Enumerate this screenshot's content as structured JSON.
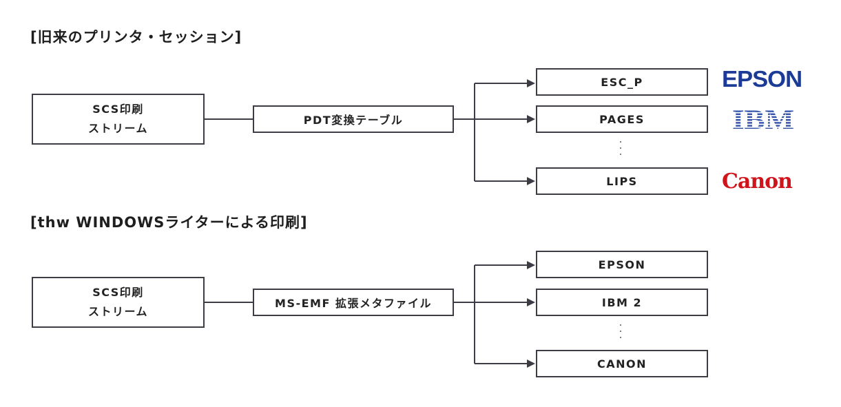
{
  "sections": {
    "legacy": {
      "heading": "[旧来のプリンタ・セッション]",
      "source_line1": "SCS印刷",
      "source_line2": "ストリーム",
      "converter": "PDT変換テーブル",
      "targets": [
        "ESC_P",
        "PAGES",
        "LIPS"
      ],
      "logos": [
        "EPSON",
        "IBM",
        "Canon"
      ]
    },
    "windows": {
      "heading": "[thw WINDOWSライターによる印刷]",
      "source_line1": "SCS印刷",
      "source_line2": "ストリーム",
      "converter": "MS-EMF 拡張メタファイル",
      "targets": [
        "EPSON",
        "IBM 2",
        "CANON"
      ]
    }
  },
  "colors": {
    "epson": "#1b3b96",
    "ibm": "#2f4fa8",
    "canon": "#d0141c",
    "line": "#3c3c44"
  }
}
